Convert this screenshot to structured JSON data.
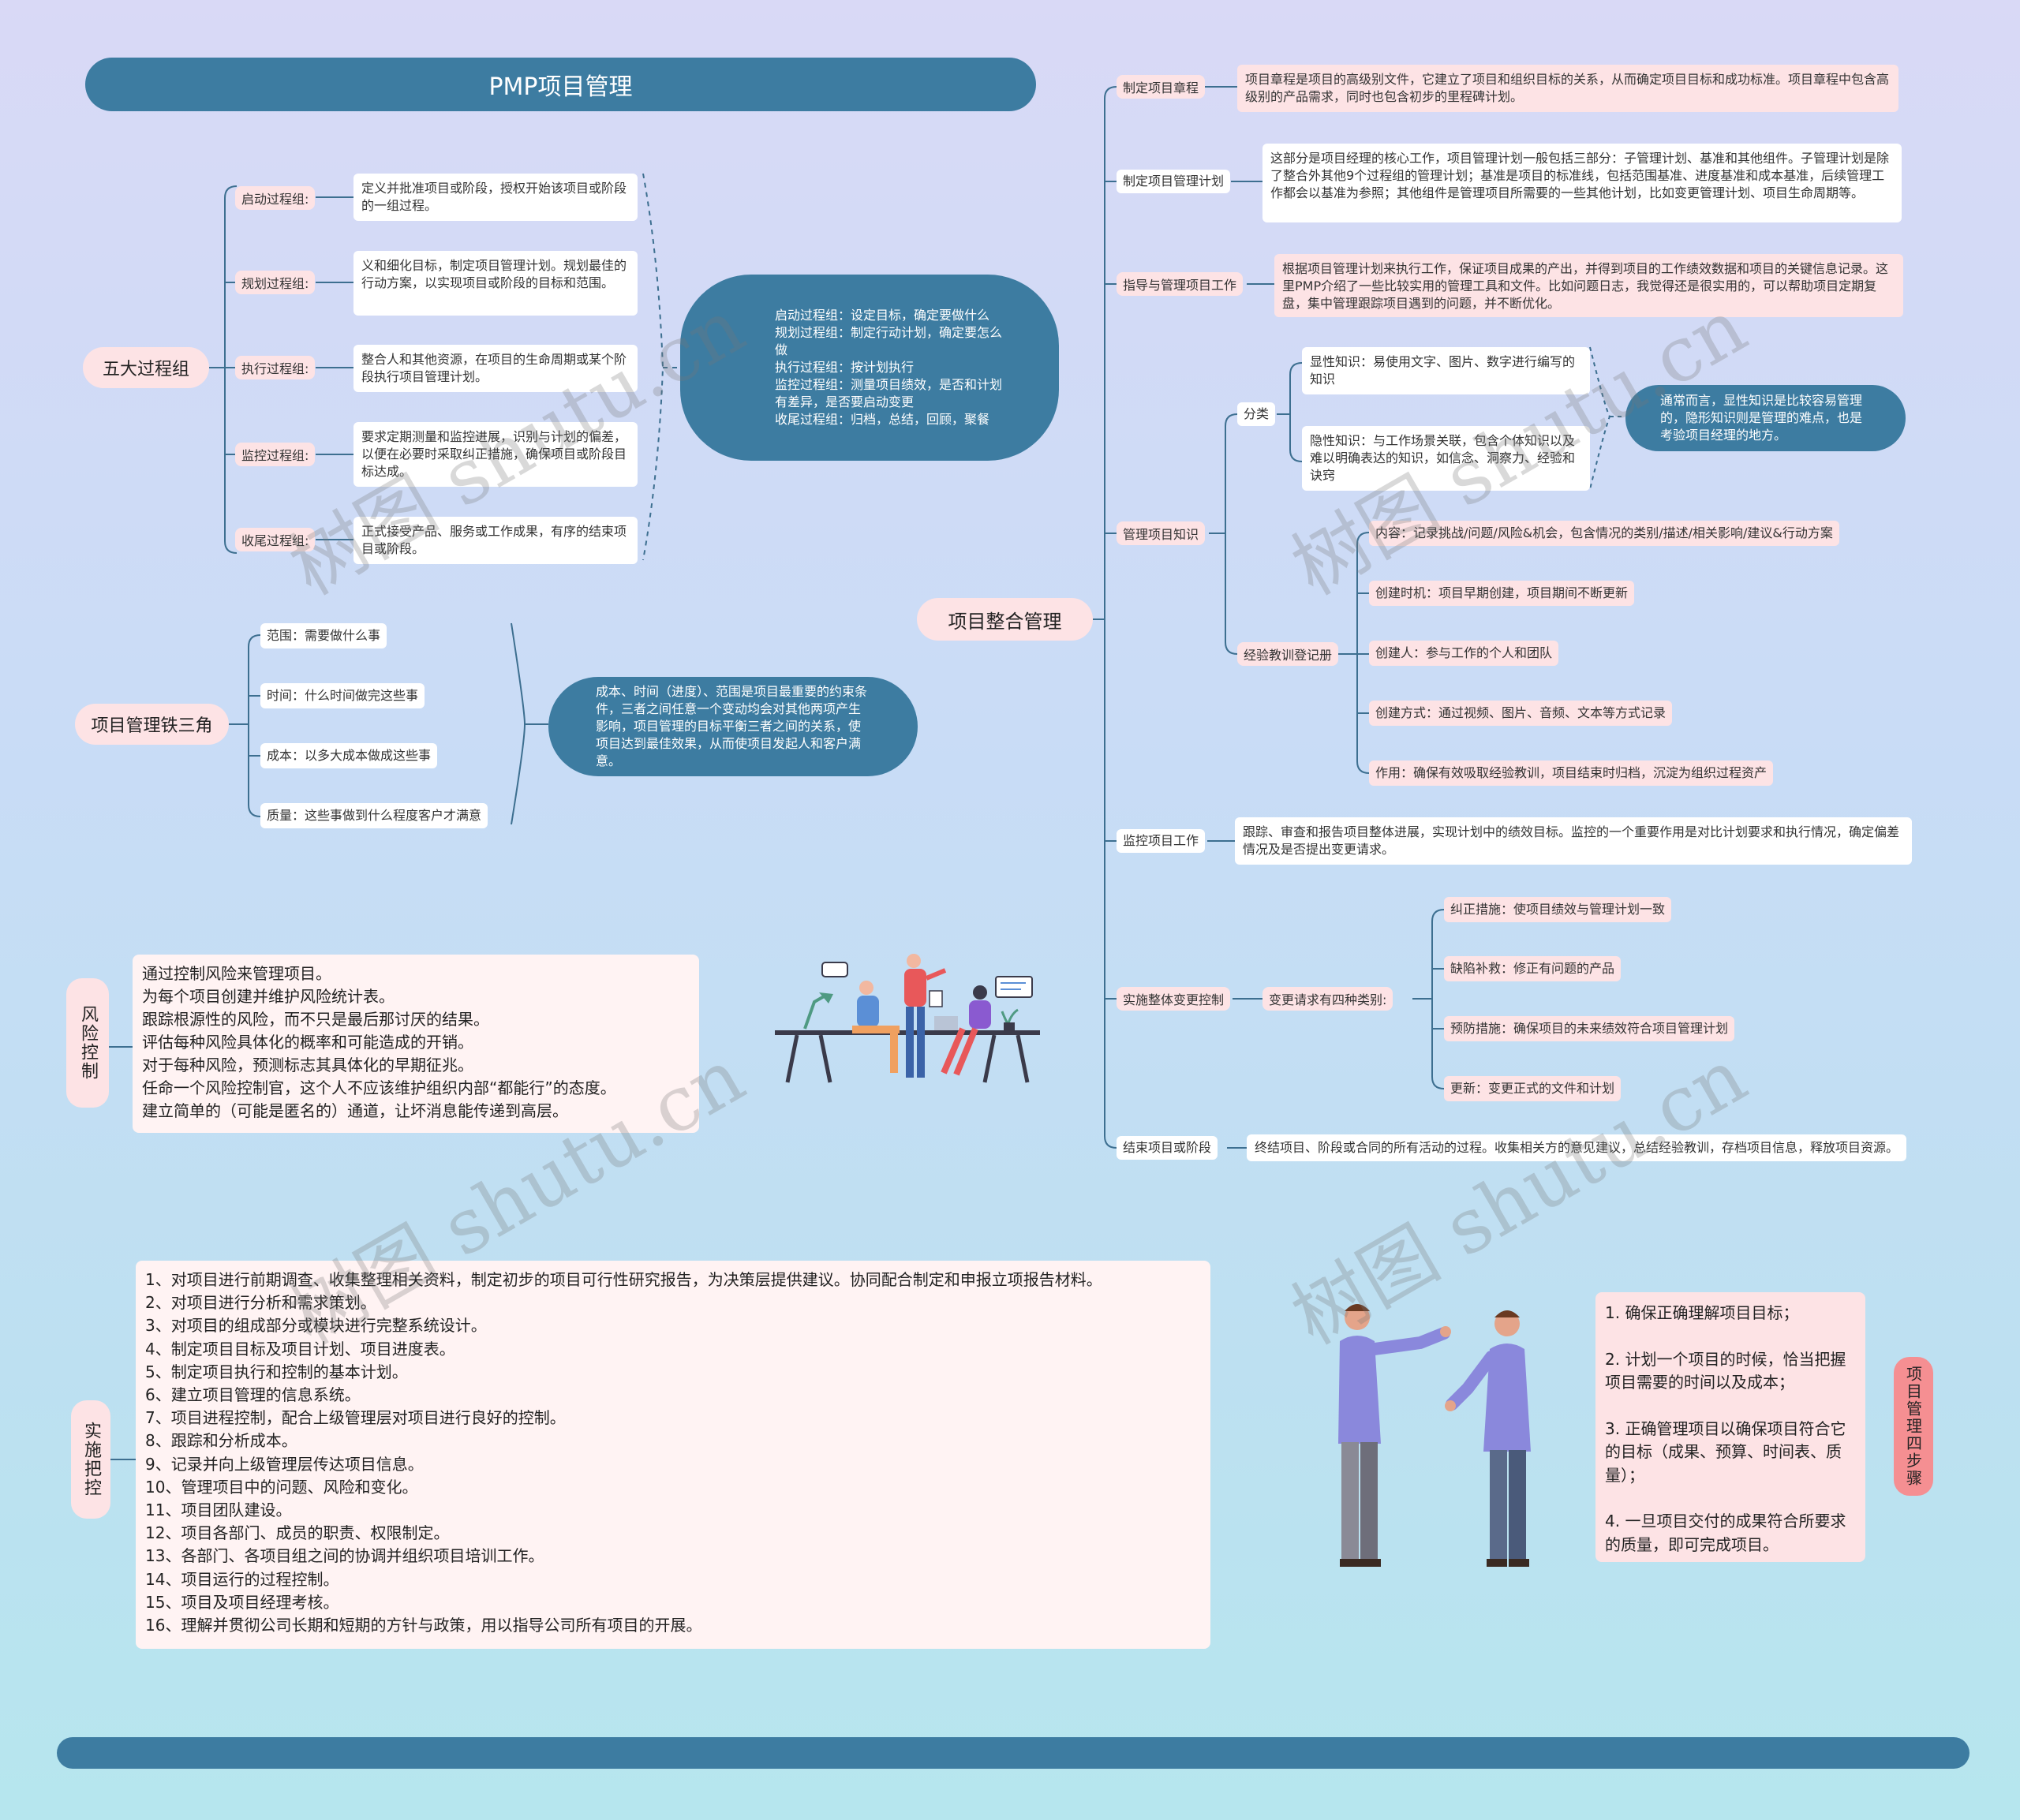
{
  "title": "PMP项目管理",
  "five_groups": {
    "root": "五大过程组",
    "items": [
      {
        "label": "启动过程组:",
        "desc": "定义并批准项目或阶段，授权开始该项目或阶段的一组过程。"
      },
      {
        "label": "规划过程组:",
        "desc": "义和细化目标，制定项目管理计划。规划最佳的行动方案，以实现项目或阶段的目标和范围。"
      },
      {
        "label": "执行过程组:",
        "desc": "整合人和其他资源，在项目的生命周期或某个阶段执行项目管理计划。"
      },
      {
        "label": "监控过程组:",
        "desc": "要求定期测量和监控进展，识别与计划的偏差，以便在必要时采取纠正措施，确保项目或阶段目标达成。"
      },
      {
        "label": "收尾过程组:",
        "desc": "正式接受产品、服务或工作成果，有序的结束项目或阶段。"
      }
    ],
    "summary": "启动过程组：设定目标，确定要做什么\n规划过程组：制定行动计划，确定要怎么做\n执行过程组：按计划执行\n监控过程组：测量项目绩效，是否和计划有差异，是否要启动变更\n收尾过程组：归档，总结，回顾，聚餐"
  },
  "triangle": {
    "root": "项目管理铁三角",
    "items": [
      "范围：需要做什么事",
      "时间：什么时间做完这些事",
      "成本：以多大成本做成这些事",
      "质量：这些事做到什么程度客户才满意"
    ],
    "summary": "成本、时间（进度）、范围是项目最重要的约束条件，三者之间任意一个变动均会对其他两项产生影响，项目管理的目标平衡三者之间的关系，使项目达到最佳效果，从而使项目发起人和客户满意。"
  },
  "risk": {
    "root": "风险控制",
    "lines": [
      "通过控制风险来管理项目。",
      "为每个项目创建并维护风险统计表。",
      "跟踪根源性的风险，而不只是最后那讨厌的结果。",
      "评估每种风险具体化的概率和可能造成的开销。",
      "对于每种风险，预测标志其具体化的早期征兆。",
      "任命一个风险控制官，这个人不应该维护组织内部“都能行”的态度。",
      "建立简单的（可能是匿名的）通道，让坏消息能传递到高层。"
    ]
  },
  "implement": {
    "root": "实施把控",
    "lines": [
      "1、对项目进行前期调查、收集整理相关资料，制定初步的项目可行性研究报告，为决策层提供建议。协同配合制定和申报立项报告材料。",
      "2、对项目进行分析和需求策划。",
      "3、对项目的组成部分或模块进行完整系统设计。",
      "4、制定项目目标及项目计划、项目进度表。",
      "5、制定项目执行和控制的基本计划。",
      "6、建立项目管理的信息系统。",
      "7、项目进程控制，配合上级管理层对项目进行良好的控制。",
      "8、跟踪和分析成本。",
      "9、记录并向上级管理层传达项目信息。",
      "10、管理项目中的问题、风险和变化。",
      "11、项目团队建设。",
      "12、项目各部门、成员的职责、权限制定。",
      "13、各部门、各项目组之间的协调并组织项目培训工作。",
      "14、项目运行的过程控制。",
      "15、项目及项目经理考核。",
      "16、理解并贯彻公司长期和短期的方针与政策，用以指导公司所有项目的开展。"
    ]
  },
  "integration": {
    "root": "项目整合管理",
    "charter": {
      "label": "制定项目章程",
      "desc": "项目章程是项目的高级别文件，它建立了项目和组织目标的关系，从而确定项目目标和成功标准。项目章程中包含高级别的产品需求，同时也包含初步的里程碑计划。"
    },
    "plan": {
      "label": "制定项目管理计划",
      "desc": "这部分是项目经理的核心工作，项目管理计划一般包括三部分：子管理计划、基准和其他组件。子管理计划是除了整合外其他9个过程组的管理计划；基准是项目的标准线，包括范围基准、进度基准和成本基准，后续管理工作都会以基准为参照；其他组件是管理项目所需要的一些其他计划，比如变更管理计划、项目生命周期等。"
    },
    "direct": {
      "label": "指导与管理项目工作",
      "desc": "根据项目管理计划来执行工作，保证项目成果的产出，并得到项目的工作绩效数据和项目的关键信息记录。这里PMP介绍了一些比较实用的管理工具和文件。比如问题日志，我觉得还是很实用的，可以帮助项目定期复盘，集中管理跟踪项目遇到的问题，并不断优化。"
    },
    "knowledge": {
      "label": "管理项目知识",
      "category": "分类",
      "explicit": "显性知识：易使用文字、图片、数字进行编写的知识",
      "tacit": "隐性知识：与工作场景关联，包含个体知识以及难以明确表达的知识，如信念、洞察力、经验和诀窍",
      "summary": "通常而言，显性知识是比较容易管理的，隐形知识则是管理的难点，也是考验项目经理的地方。",
      "register": "经验教训登记册",
      "register_items": [
        "内容：记录挑战/问题/风险&机会，包含情况的类别/描述/相关影响/建议&行动方案",
        "创建时机：项目早期创建，项目期间不断更新",
        "创建人：参与工作的个人和团队",
        "创建方式：通过视频、图片、音频、文本等方式记录",
        "作用：确保有效吸取经验教训，项目结束时归档，沉淀为组织过程资产"
      ]
    },
    "monitor": {
      "label": "监控项目工作",
      "desc": "跟踪、审查和报告项目整体进展，实现计划中的绩效目标。监控的一个重要作用是对比计划要求和执行情况，确定偏差情况及是否提出变更请求。"
    },
    "change": {
      "label": "实施整体变更控制",
      "sub": "变更请求有四种类别:",
      "items": [
        "纠正措施：使项目绩效与管理计划一致",
        "缺陷补救：修正有问题的产品",
        "预防措施：确保项目的未来绩效符合项目管理计划",
        "更新：变更正式的文件和计划"
      ]
    },
    "close": {
      "label": "结束项目或阶段",
      "desc": "终结项目、阶段或合同的所有活动的过程。收集相关方的意见建议，总结经验教训，存档项目信息，释放项目资源。"
    }
  },
  "steps": {
    "root": "项目管理四步骤",
    "items": [
      "1. 确保正确理解项目目标；",
      "2. 计划一个项目的时候，恰当把握项目需要的时间以及成本；",
      "3. 正确管理项目以确保项目符合它的目标（成果、预算、时间表、质量）；",
      "4. 一旦项目交付的成果符合所要求的质量，即可完成项目。"
    ]
  },
  "watermark": "树图 shutu.cn",
  "colors": {
    "accent": "#3d7ca1",
    "pink": "#fde3e5",
    "line": "#3d6f90"
  }
}
